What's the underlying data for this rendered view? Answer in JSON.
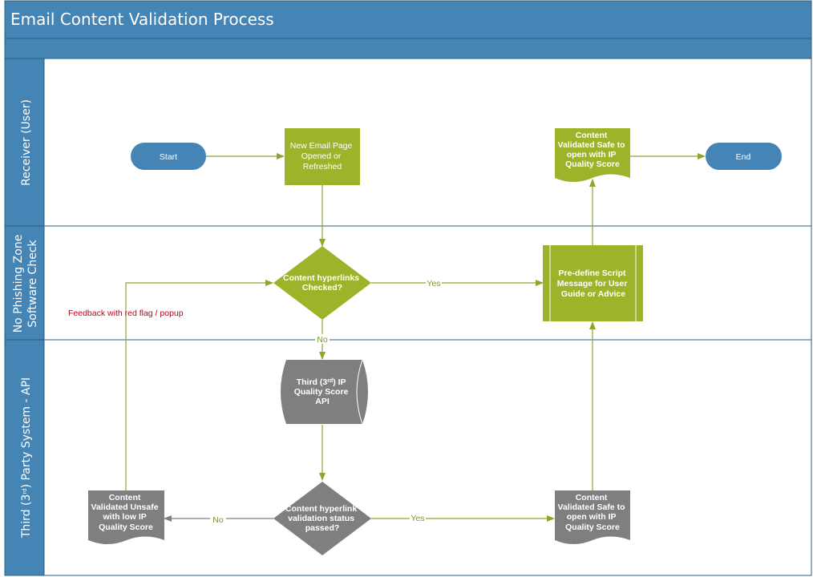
{
  "title": "Email Content Validation Process",
  "colors": {
    "header": "#4485b5",
    "lane_border": "#2f5d7c",
    "green": "#9bb42a",
    "gray": "#7f7f7f",
    "connector": "#8aa82a",
    "feedback": "#c0001a"
  },
  "lanes": {
    "receiver": "Receiver (User)",
    "software_check": {
      "line1": "No Phishing Zone",
      "line2": "Software Check"
    },
    "third_party": {
      "pre": "Third (3",
      "sup": "rd",
      "post": ") Party System - API"
    }
  },
  "nodes": {
    "start": "Start",
    "end": "End",
    "new_email": [
      "New Email Page",
      "Opened or",
      "Refreshed"
    ],
    "safe_doc_top": [
      "Content",
      "Validated Safe to",
      "open with IP",
      "Quality Score"
    ],
    "hyperlinks_checked": [
      "Content hyperlinks",
      "Checked?"
    ],
    "predefine_script": [
      "Pre-define Script",
      "Message for User",
      "Guide or Advice"
    ],
    "api": {
      "pre": "Third (3",
      "sup": "rd",
      "post": ") IP",
      "line2": "Quality Score",
      "line3": "API"
    },
    "validation_status": [
      "Content hyperlink",
      "validation status",
      "passed?"
    ],
    "unsafe_doc": [
      "Content",
      "Validated Unsafe",
      "with low IP",
      "Quality Score"
    ],
    "safe_doc_bottom": [
      "Content",
      "Validated Safe to",
      "open with IP",
      "Quality Score"
    ]
  },
  "connector_labels": {
    "yes_top": "Yes",
    "no_down": "No",
    "no_left": "No",
    "yes_bottom": "Yes",
    "feedback": "Feedback with red flag / popup"
  }
}
